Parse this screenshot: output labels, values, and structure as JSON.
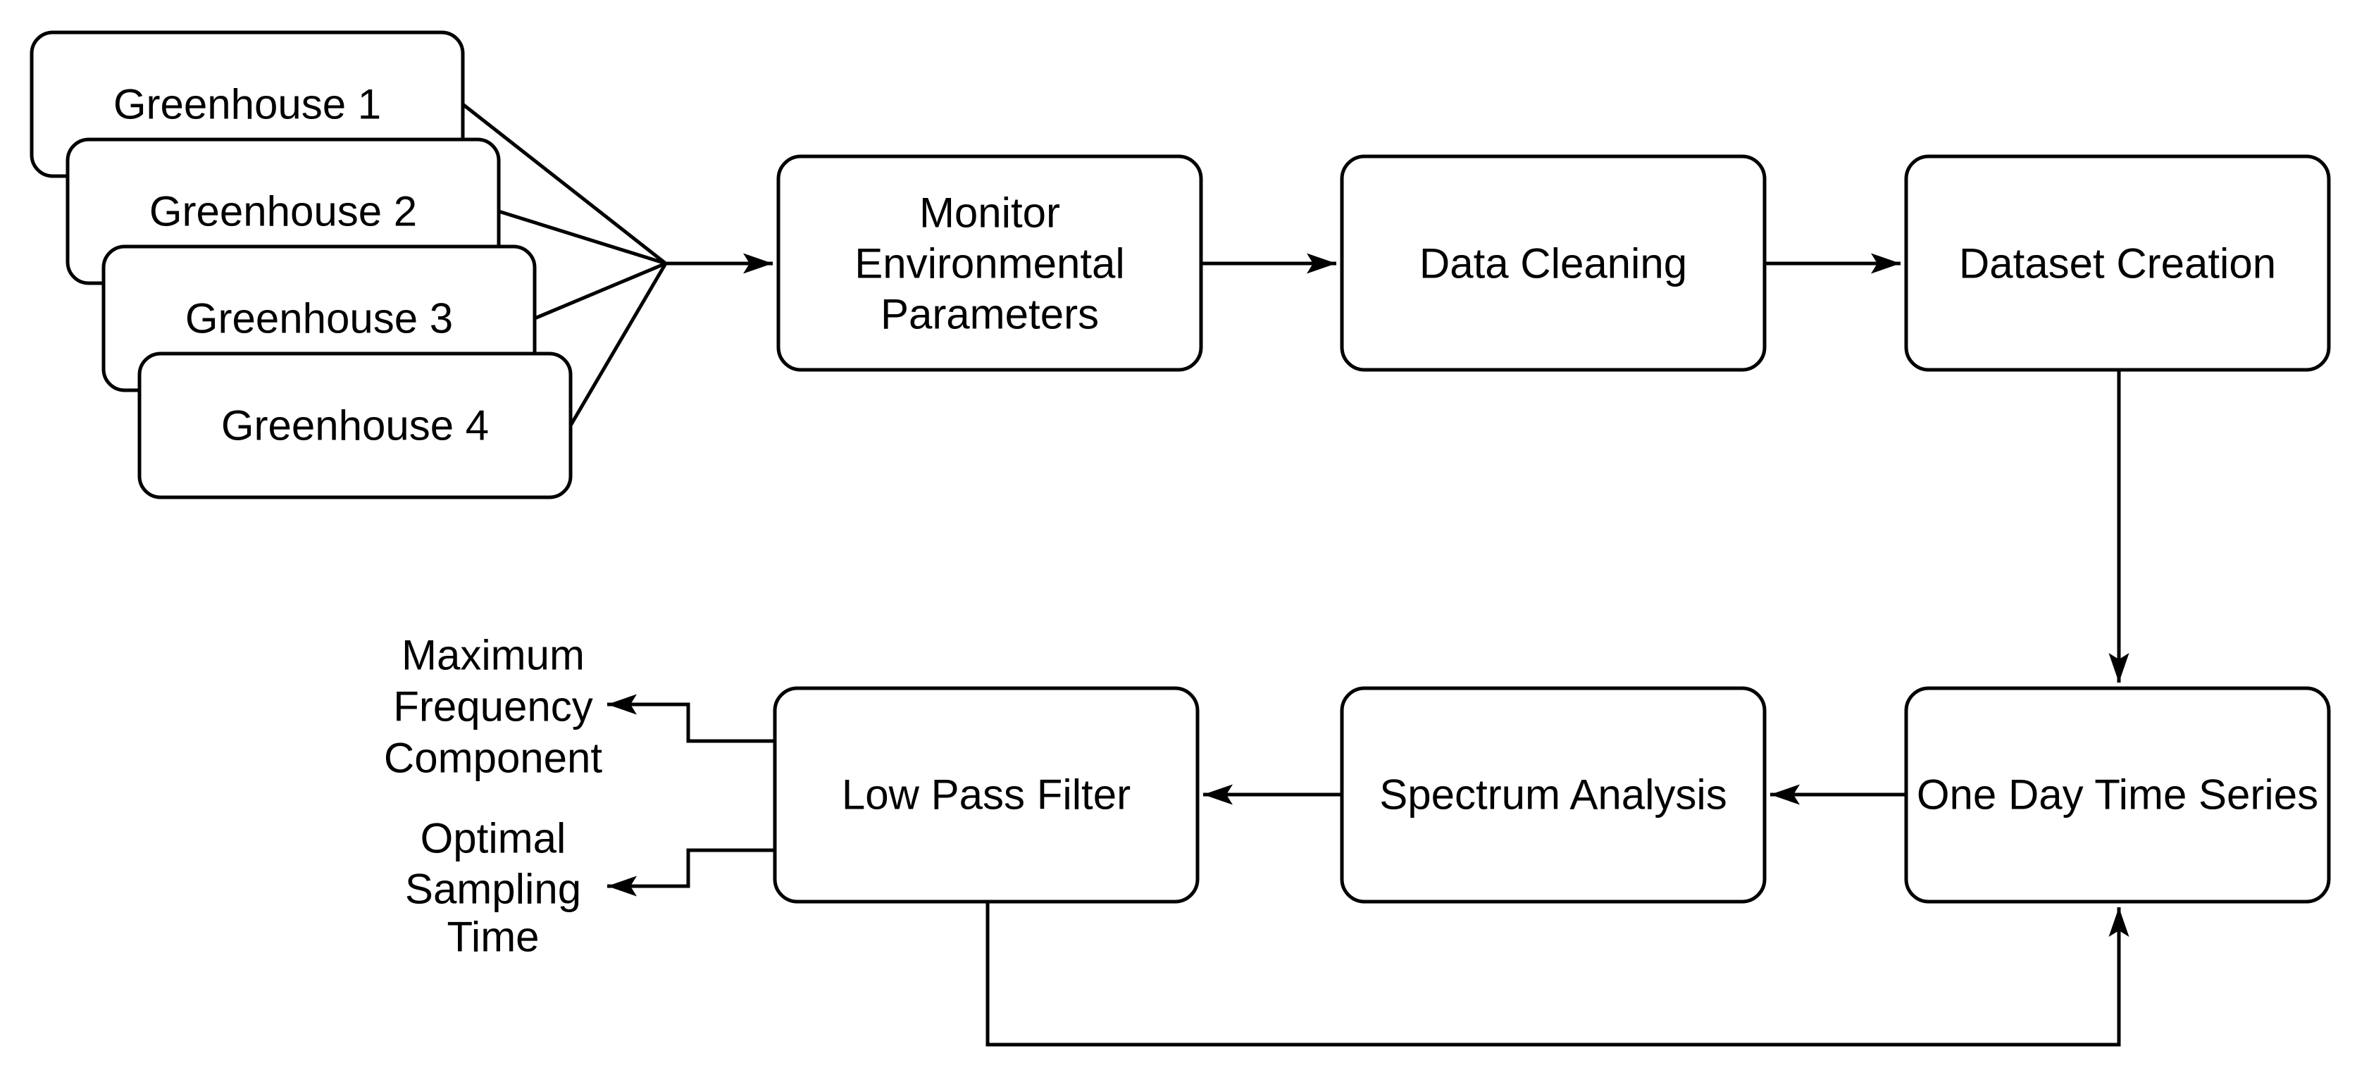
{
  "colors": {
    "background": "#ffffff",
    "node_fill": "#ffffff",
    "stroke": "#000000",
    "text": "#000000"
  },
  "nodes": {
    "greenhouse_1": {
      "label": "Greenhouse 1"
    },
    "greenhouse_2": {
      "label": "Greenhouse 2"
    },
    "greenhouse_3": {
      "label": "Greenhouse 3"
    },
    "greenhouse_4": {
      "label": "Greenhouse 4"
    },
    "monitor_environmental_parameters": {
      "lines": [
        "Monitor",
        "Environmental",
        "Parameters"
      ]
    },
    "data_cleaning": {
      "label": "Data Cleaning"
    },
    "dataset_creation": {
      "label": "Dataset Creation"
    },
    "one_day_time_series": {
      "label": "One Day Time Series"
    },
    "spectrum_analysis": {
      "label": "Spectrum Analysis"
    },
    "low_pass_filter": {
      "label": "Low Pass Filter"
    }
  },
  "outputs": {
    "maximum_frequency_component": {
      "lines": [
        "Maximum",
        "Frequency",
        "Component"
      ]
    },
    "optimal_sampling_time": {
      "lines": [
        "Optimal",
        "Sampling",
        "Time"
      ]
    }
  },
  "edges": [
    {
      "from": "greenhouse_1",
      "to": "monitor_environmental_parameters"
    },
    {
      "from": "greenhouse_2",
      "to": "monitor_environmental_parameters"
    },
    {
      "from": "greenhouse_3",
      "to": "monitor_environmental_parameters"
    },
    {
      "from": "greenhouse_4",
      "to": "monitor_environmental_parameters"
    },
    {
      "from": "monitor_environmental_parameters",
      "to": "data_cleaning"
    },
    {
      "from": "data_cleaning",
      "to": "dataset_creation"
    },
    {
      "from": "dataset_creation",
      "to": "one_day_time_series"
    },
    {
      "from": "one_day_time_series",
      "to": "spectrum_analysis"
    },
    {
      "from": "spectrum_analysis",
      "to": "low_pass_filter"
    },
    {
      "from": "low_pass_filter",
      "to": "maximum_frequency_component"
    },
    {
      "from": "low_pass_filter",
      "to": "optimal_sampling_time"
    },
    {
      "from": "low_pass_filter",
      "to": "one_day_time_series"
    }
  ]
}
